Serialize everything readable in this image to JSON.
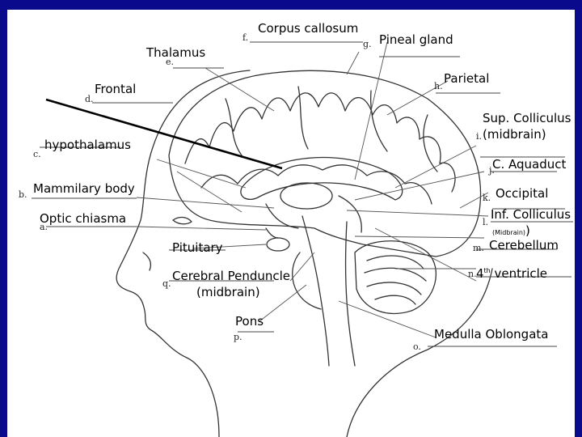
{
  "labels": {
    "corpus_callosum": "Corpus callosum",
    "pineal_gland": "Pineal gland",
    "thalamus": "Thalamus",
    "parietal": "Parietal",
    "frontal": "Frontal",
    "sup_colliculus": "Sup. Colliculus",
    "midbrain_1": "(midbrain)",
    "hypothalamus": "hypothalamus",
    "c_aquaduct": "C. Aquaduct",
    "mammilary_body": "Mammilary body",
    "occipital": "Occipital",
    "optic_chiasma": "Optic chiasma",
    "inf_colliculus": "Inf. Colliculus",
    "midbrain_small": "(Midbrain)",
    "paren_close": ")",
    "pituitary": "Pituitary",
    "cerebellum": "Cerebellum",
    "cerebral_peduncle": "Cerebral Penduncle",
    "midbrain_2": "(midbrain)",
    "fourth": "4",
    "th": "th",
    "ventricle": " ventricle",
    "pons": "Pons",
    "medulla": "Medulla Oblongata"
  },
  "letters": {
    "a": "a.",
    "b": "b.",
    "c": "c.",
    "d": "d.",
    "e": "e.",
    "f": "f.",
    "g": "g.",
    "h": "h.",
    "i": "i.",
    "j": "j.",
    "k": "k.",
    "l": "l.",
    "m": "m.",
    "n": "n.",
    "o": "o.",
    "p": "p.",
    "q": "q."
  }
}
